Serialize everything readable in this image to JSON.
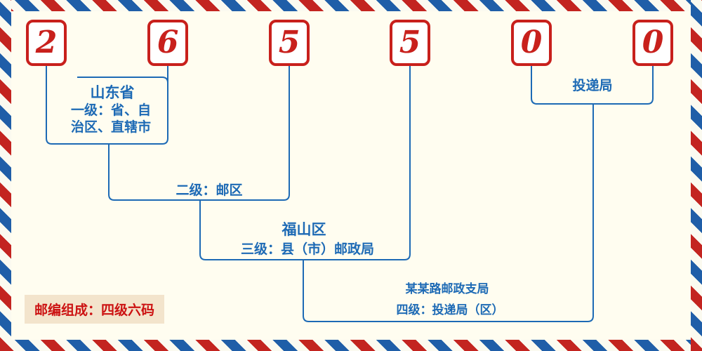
{
  "postal_code": {
    "digits": [
      "2",
      "6",
      "5",
      "5",
      "0",
      "0"
    ]
  },
  "annotations": {
    "level1": {
      "region": "山东省",
      "desc_lines": [
        "一级：省、自",
        "治区、直辖市"
      ]
    },
    "level2": {
      "desc": "二级：邮区"
    },
    "level3": {
      "region": "福山区",
      "desc": "三级：县（市）邮政局"
    },
    "level4": {
      "office": "某某路邮政支局",
      "desc": "四级：投递局（区）"
    },
    "delivery": {
      "label": "投递局"
    },
    "note": "邮编组成：四级六码"
  },
  "colors": {
    "background": "#fffdf0",
    "digit_red": "#c8201c",
    "line_blue": "#1d6ab5",
    "note_text_red": "#cc1212",
    "note_background": "#f3e4cc",
    "stripe_red": "#c32420",
    "stripe_blue": "#1f5ea8",
    "stripe_white": "#fbfaf0"
  }
}
